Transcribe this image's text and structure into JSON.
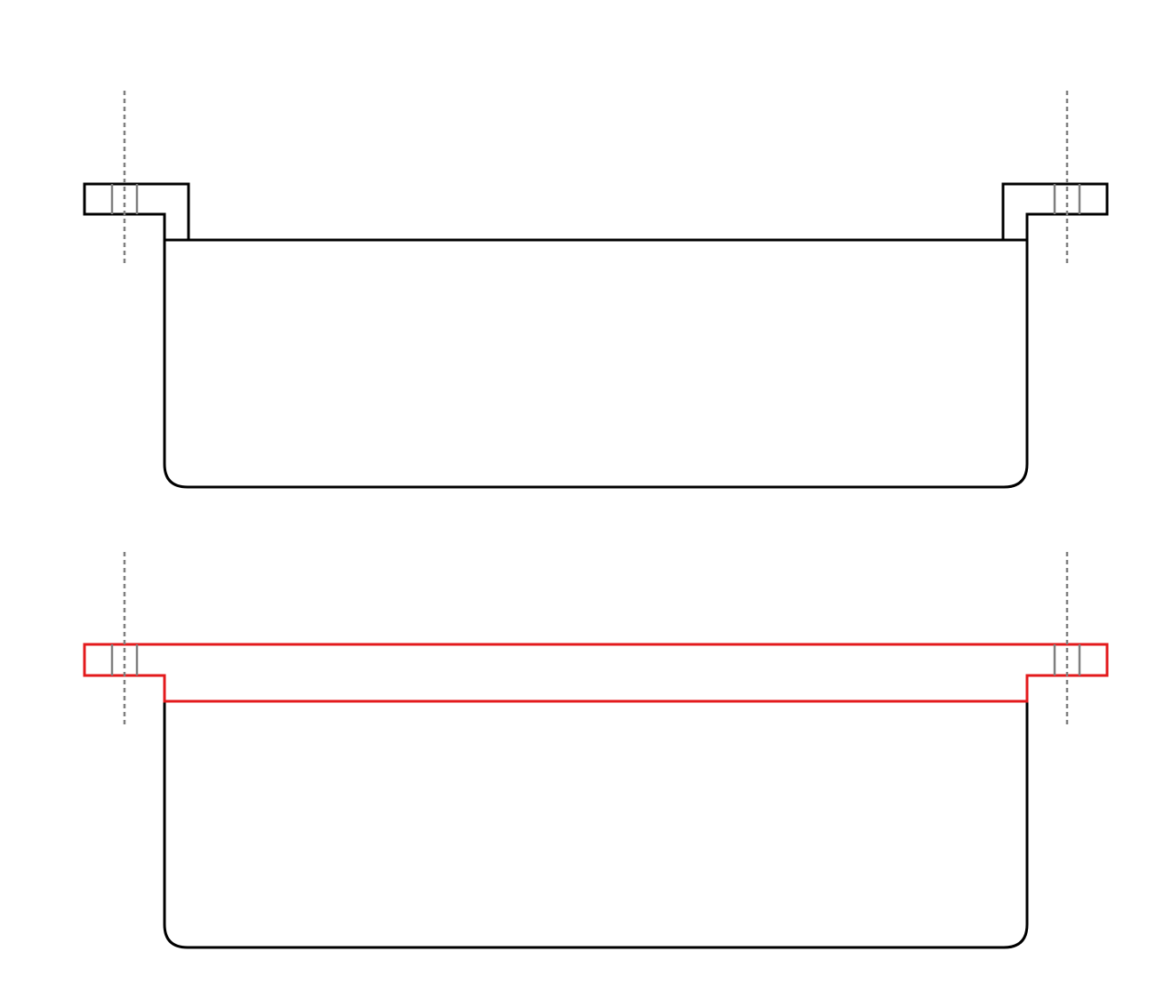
{
  "diagram": {
    "colors": {
      "background": "#ffffff",
      "outline": "#000000",
      "highlight": "#e31a1c",
      "hole": "#7f7f7f",
      "axis": "#7f7f7f"
    },
    "views": [
      {
        "id": "top-view",
        "variant": "original",
        "highlighted": false
      },
      {
        "id": "bottom-view",
        "variant": "merged-flange",
        "highlighted": true
      }
    ]
  }
}
